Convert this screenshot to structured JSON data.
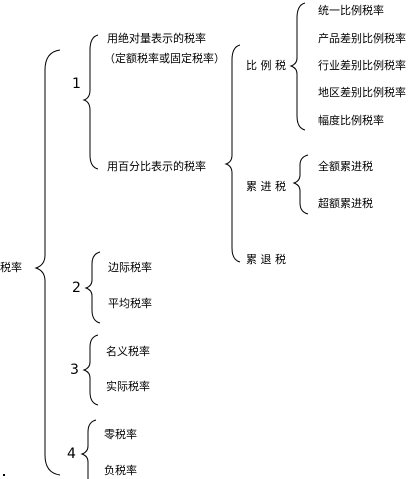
{
  "root": "税率",
  "groups": [
    {
      "number": "1",
      "items": [
        {
          "line1": "用绝对量表示的税率",
          "line2": "（定额税率或固定税率）"
        },
        {
          "line1": "用百分比表示的税率"
        }
      ],
      "subtypes": [
        "比 例 税",
        "累 进 税",
        "累 退 税"
      ],
      "proportional": [
        "统一比例税率",
        "产品差别比例税率",
        "行业差别比例税率",
        "地区差别比例税率",
        "幅度比例税率"
      ],
      "progressive": [
        "全额累进税",
        "超额累进税"
      ]
    },
    {
      "number": "2",
      "items": [
        "边际税率",
        "平均税率"
      ]
    },
    {
      "number": "3",
      "items": [
        "名义税率",
        "实际税率"
      ]
    },
    {
      "number": "4",
      "items": [
        "零税率",
        "负税率"
      ]
    }
  ]
}
